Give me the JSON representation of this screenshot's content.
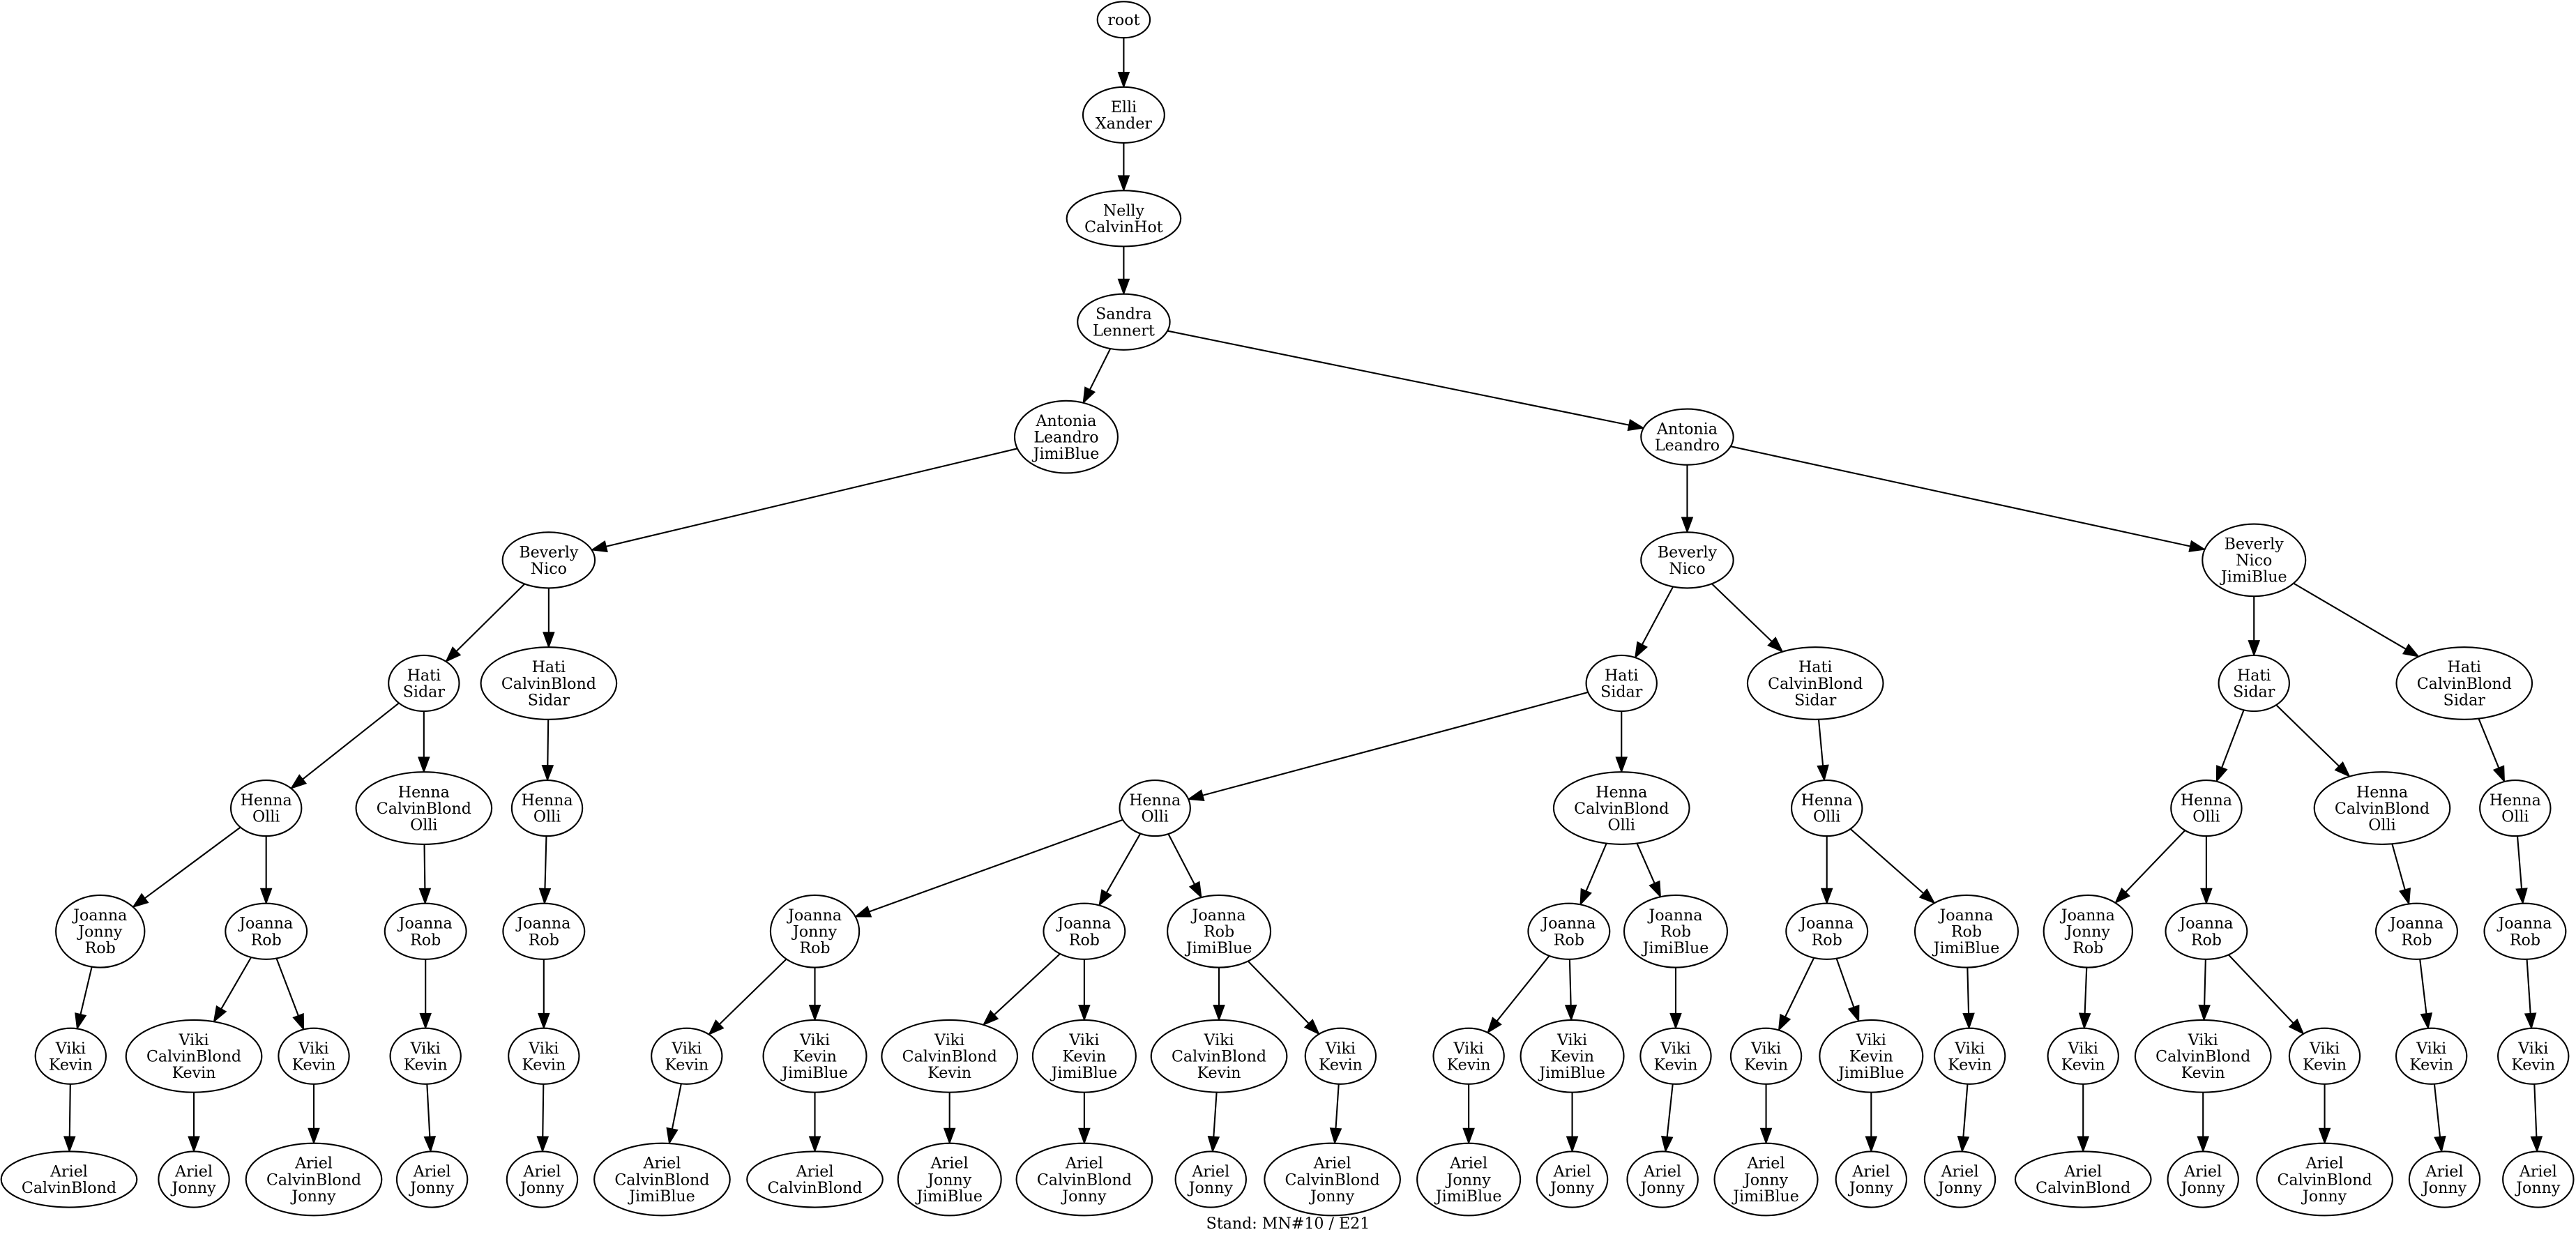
{
  "caption": "Stand: MN#10 / E21",
  "nodes": [
    {
      "id": "n0",
      "lines": [
        "root"
      ],
      "parent": null
    },
    {
      "id": "n1",
      "lines": [
        "Elli",
        "Xander"
      ],
      "parent": "n0"
    },
    {
      "id": "n2",
      "lines": [
        "Nelly",
        "CalvinHot"
      ],
      "parent": "n1"
    },
    {
      "id": "n3",
      "lines": [
        "Sandra",
        "Lennert"
      ],
      "parent": "n2"
    },
    {
      "id": "n4",
      "lines": [
        "Antonia",
        "Leandro",
        "JimiBlue"
      ],
      "parent": "n3"
    },
    {
      "id": "n5",
      "lines": [
        "Antonia",
        "Leandro"
      ],
      "parent": "n3"
    },
    {
      "id": "n6",
      "lines": [
        "Beverly",
        "Nico"
      ],
      "parent": "n4"
    },
    {
      "id": "n7",
      "lines": [
        "Beverly",
        "Nico"
      ],
      "parent": "n5"
    },
    {
      "id": "n8",
      "lines": [
        "Beverly",
        "Nico",
        "JimiBlue"
      ],
      "parent": "n5"
    },
    {
      "id": "n9",
      "lines": [
        "Hati",
        "Sidar"
      ],
      "parent": "n6"
    },
    {
      "id": "n10",
      "lines": [
        "Hati",
        "CalvinBlond",
        "Sidar"
      ],
      "parent": "n6"
    },
    {
      "id": "n11",
      "lines": [
        "Hati",
        "Sidar"
      ],
      "parent": "n7"
    },
    {
      "id": "n12",
      "lines": [
        "Hati",
        "CalvinBlond",
        "Sidar"
      ],
      "parent": "n7"
    },
    {
      "id": "n13",
      "lines": [
        "Hati",
        "Sidar"
      ],
      "parent": "n8"
    },
    {
      "id": "n14",
      "lines": [
        "Hati",
        "CalvinBlond",
        "Sidar"
      ],
      "parent": "n8"
    },
    {
      "id": "n15",
      "lines": [
        "Henna",
        "Olli"
      ],
      "parent": "n9"
    },
    {
      "id": "n16",
      "lines": [
        "Henna",
        "CalvinBlond",
        "Olli"
      ],
      "parent": "n9"
    },
    {
      "id": "n17",
      "lines": [
        "Henna",
        "Olli"
      ],
      "parent": "n10"
    },
    {
      "id": "n18",
      "lines": [
        "Henna",
        "Olli"
      ],
      "parent": "n11"
    },
    {
      "id": "n19",
      "lines": [
        "Henna",
        "CalvinBlond",
        "Olli"
      ],
      "parent": "n11"
    },
    {
      "id": "n20",
      "lines": [
        "Henna",
        "Olli"
      ],
      "parent": "n12"
    },
    {
      "id": "n21",
      "lines": [
        "Henna",
        "Olli"
      ],
      "parent": "n13"
    },
    {
      "id": "n22",
      "lines": [
        "Henna",
        "CalvinBlond",
        "Olli"
      ],
      "parent": "n13"
    },
    {
      "id": "n23",
      "lines": [
        "Henna",
        "Olli"
      ],
      "parent": "n14"
    },
    {
      "id": "n24",
      "lines": [
        "Joanna",
        "Jonny",
        "Rob"
      ],
      "parent": "n15"
    },
    {
      "id": "n25",
      "lines": [
        "Joanna",
        "Rob"
      ],
      "parent": "n15"
    },
    {
      "id": "n26",
      "lines": [
        "Joanna",
        "Rob"
      ],
      "parent": "n16"
    },
    {
      "id": "n27",
      "lines": [
        "Joanna",
        "Rob"
      ],
      "parent": "n17"
    },
    {
      "id": "n28",
      "lines": [
        "Joanna",
        "Jonny",
        "Rob"
      ],
      "parent": "n18"
    },
    {
      "id": "n29",
      "lines": [
        "Joanna",
        "Rob"
      ],
      "parent": "n18"
    },
    {
      "id": "n30",
      "lines": [
        "Joanna",
        "Rob",
        "JimiBlue"
      ],
      "parent": "n18"
    },
    {
      "id": "n31",
      "lines": [
        "Joanna",
        "Rob"
      ],
      "parent": "n19"
    },
    {
      "id": "n32",
      "lines": [
        "Joanna",
        "Rob",
        "JimiBlue"
      ],
      "parent": "n19"
    },
    {
      "id": "n33",
      "lines": [
        "Joanna",
        "Rob"
      ],
      "parent": "n20"
    },
    {
      "id": "n34",
      "lines": [
        "Joanna",
        "Rob",
        "JimiBlue"
      ],
      "parent": "n20"
    },
    {
      "id": "n35",
      "lines": [
        "Joanna",
        "Jonny",
        "Rob"
      ],
      "parent": "n21"
    },
    {
      "id": "n36",
      "lines": [
        "Joanna",
        "Rob"
      ],
      "parent": "n21"
    },
    {
      "id": "n37",
      "lines": [
        "Joanna",
        "Rob"
      ],
      "parent": "n22"
    },
    {
      "id": "n38",
      "lines": [
        "Joanna",
        "Rob"
      ],
      "parent": "n23"
    },
    {
      "id": "n39",
      "lines": [
        "Viki",
        "Kevin"
      ],
      "parent": "n24"
    },
    {
      "id": "n40",
      "lines": [
        "Viki",
        "CalvinBlond",
        "Kevin"
      ],
      "parent": "n25"
    },
    {
      "id": "n41",
      "lines": [
        "Viki",
        "Kevin"
      ],
      "parent": "n25"
    },
    {
      "id": "n42",
      "lines": [
        "Viki",
        "Kevin"
      ],
      "parent": "n26"
    },
    {
      "id": "n43",
      "lines": [
        "Viki",
        "Kevin"
      ],
      "parent": "n27"
    },
    {
      "id": "n44",
      "lines": [
        "Viki",
        "Kevin"
      ],
      "parent": "n28"
    },
    {
      "id": "n45",
      "lines": [
        "Viki",
        "Kevin",
        "JimiBlue"
      ],
      "parent": "n28"
    },
    {
      "id": "n46",
      "lines": [
        "Viki",
        "CalvinBlond",
        "Kevin"
      ],
      "parent": "n29"
    },
    {
      "id": "n47",
      "lines": [
        "Viki",
        "Kevin",
        "JimiBlue"
      ],
      "parent": "n29"
    },
    {
      "id": "n48",
      "lines": [
        "Viki",
        "CalvinBlond",
        "Kevin"
      ],
      "parent": "n30"
    },
    {
      "id": "n49",
      "lines": [
        "Viki",
        "Kevin"
      ],
      "parent": "n30"
    },
    {
      "id": "n50",
      "lines": [
        "Viki",
        "Kevin"
      ],
      "parent": "n31"
    },
    {
      "id": "n51",
      "lines": [
        "Viki",
        "Kevin",
        "JimiBlue"
      ],
      "parent": "n31"
    },
    {
      "id": "n52",
      "lines": [
        "Viki",
        "Kevin"
      ],
      "parent": "n32"
    },
    {
      "id": "n53",
      "lines": [
        "Viki",
        "Kevin"
      ],
      "parent": "n33"
    },
    {
      "id": "n54",
      "lines": [
        "Viki",
        "Kevin",
        "JimiBlue"
      ],
      "parent": "n33"
    },
    {
      "id": "n55",
      "lines": [
        "Viki",
        "Kevin"
      ],
      "parent": "n34"
    },
    {
      "id": "n56",
      "lines": [
        "Viki",
        "Kevin"
      ],
      "parent": "n35"
    },
    {
      "id": "n57",
      "lines": [
        "Viki",
        "CalvinBlond",
        "Kevin"
      ],
      "parent": "n36"
    },
    {
      "id": "n58",
      "lines": [
        "Viki",
        "Kevin"
      ],
      "parent": "n36"
    },
    {
      "id": "n59",
      "lines": [
        "Viki",
        "Kevin"
      ],
      "parent": "n37"
    },
    {
      "id": "n60",
      "lines": [
        "Viki",
        "Kevin"
      ],
      "parent": "n38"
    },
    {
      "id": "n61",
      "lines": [
        "Ariel",
        "CalvinBlond"
      ],
      "parent": "n39"
    },
    {
      "id": "n62",
      "lines": [
        "Ariel",
        "Jonny"
      ],
      "parent": "n40"
    },
    {
      "id": "n63",
      "lines": [
        "Ariel",
        "CalvinBlond",
        "Jonny"
      ],
      "parent": "n41"
    },
    {
      "id": "n64",
      "lines": [
        "Ariel",
        "Jonny"
      ],
      "parent": "n42"
    },
    {
      "id": "n65",
      "lines": [
        "Ariel",
        "Jonny"
      ],
      "parent": "n43"
    },
    {
      "id": "n66",
      "lines": [
        "Ariel",
        "CalvinBlond",
        "JimiBlue"
      ],
      "parent": "n44"
    },
    {
      "id": "n67",
      "lines": [
        "Ariel",
        "CalvinBlond"
      ],
      "parent": "n45"
    },
    {
      "id": "n68",
      "lines": [
        "Ariel",
        "Jonny",
        "JimiBlue"
      ],
      "parent": "n46"
    },
    {
      "id": "n69",
      "lines": [
        "Ariel",
        "CalvinBlond",
        "Jonny"
      ],
      "parent": "n47"
    },
    {
      "id": "n70",
      "lines": [
        "Ariel",
        "Jonny"
      ],
      "parent": "n48"
    },
    {
      "id": "n71",
      "lines": [
        "Ariel",
        "CalvinBlond",
        "Jonny"
      ],
      "parent": "n49"
    },
    {
      "id": "n72",
      "lines": [
        "Ariel",
        "Jonny",
        "JimiBlue"
      ],
      "parent": "n50"
    },
    {
      "id": "n73",
      "lines": [
        "Ariel",
        "Jonny"
      ],
      "parent": "n51"
    },
    {
      "id": "n74",
      "lines": [
        "Ariel",
        "Jonny"
      ],
      "parent": "n52"
    },
    {
      "id": "n75",
      "lines": [
        "Ariel",
        "Jonny",
        "JimiBlue"
      ],
      "parent": "n53"
    },
    {
      "id": "n76",
      "lines": [
        "Ariel",
        "Jonny"
      ],
      "parent": "n54"
    },
    {
      "id": "n77",
      "lines": [
        "Ariel",
        "Jonny"
      ],
      "parent": "n55"
    },
    {
      "id": "n78",
      "lines": [
        "Ariel",
        "CalvinBlond"
      ],
      "parent": "n56"
    },
    {
      "id": "n79",
      "lines": [
        "Ariel",
        "Jonny"
      ],
      "parent": "n57"
    },
    {
      "id": "n80",
      "lines": [
        "Ariel",
        "CalvinBlond",
        "Jonny"
      ],
      "parent": "n58"
    },
    {
      "id": "n81",
      "lines": [
        "Ariel",
        "Jonny"
      ],
      "parent": "n59"
    },
    {
      "id": "n82",
      "lines": [
        "Ariel",
        "Jonny"
      ],
      "parent": "n60"
    }
  ]
}
